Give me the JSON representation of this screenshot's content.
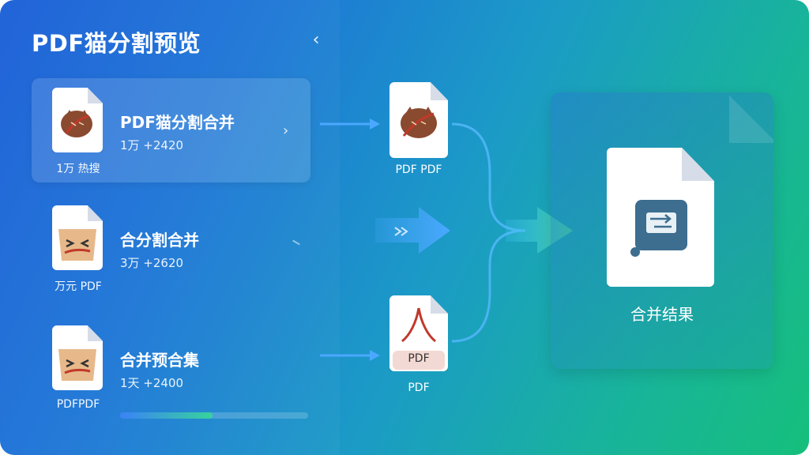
{
  "app": {
    "title": "PDF猫分割预览",
    "back_icon": "chevron-left-icon"
  },
  "files": [
    {
      "name": "PDF猫分割合并",
      "meta": "1万 +2420",
      "caption": "1万 热搜",
      "icon": "pdf-cat-icon",
      "selected": true
    },
    {
      "name": "合分割合并",
      "meta": "3万 +2620",
      "caption": "万元 PDF",
      "icon": "pdf-cat-face-icon",
      "selected": false
    },
    {
      "name": "合并预合集",
      "meta": "1天 +2400",
      "caption": "PDFPDF",
      "icon": "pdf-cat-face-icon",
      "selected": false
    }
  ],
  "flow": {
    "top_doc_caption": "PDF PDF",
    "bottom_doc_badge": "PDF",
    "bottom_doc_caption": "PDF"
  },
  "result": {
    "label": "合并结果",
    "icon": "merge-arrow-icon"
  },
  "progress": {
    "value": 0.49
  },
  "colors": {
    "accent_blue": "#3b82f6",
    "accent_green": "#37d39b",
    "pdf_red": "#c0392b"
  }
}
